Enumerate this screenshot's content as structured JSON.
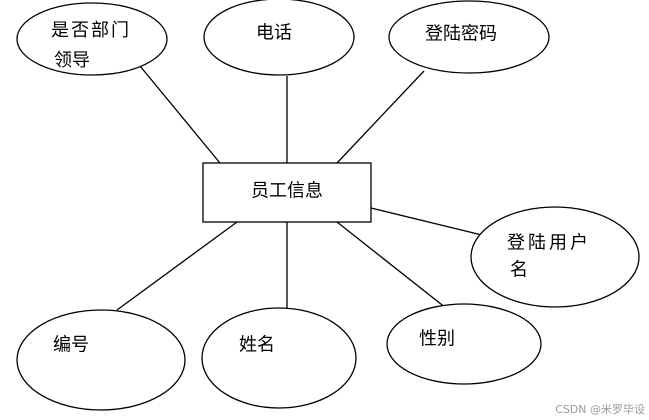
{
  "entity": {
    "label": "员工信息"
  },
  "attributes": [
    {
      "id": "is-dept-leader",
      "label_line1": "是否部门",
      "label_line2": "领导"
    },
    {
      "id": "phone",
      "label": "电话"
    },
    {
      "id": "login-password",
      "label": "登陆密码"
    },
    {
      "id": "login-username",
      "label_line1": "登陆用户",
      "label_line2": "名"
    },
    {
      "id": "gender",
      "label": "性别"
    },
    {
      "id": "name",
      "label": "姓名"
    },
    {
      "id": "number",
      "label": "编号"
    }
  ],
  "watermark": "CSDN @米罗毕设"
}
